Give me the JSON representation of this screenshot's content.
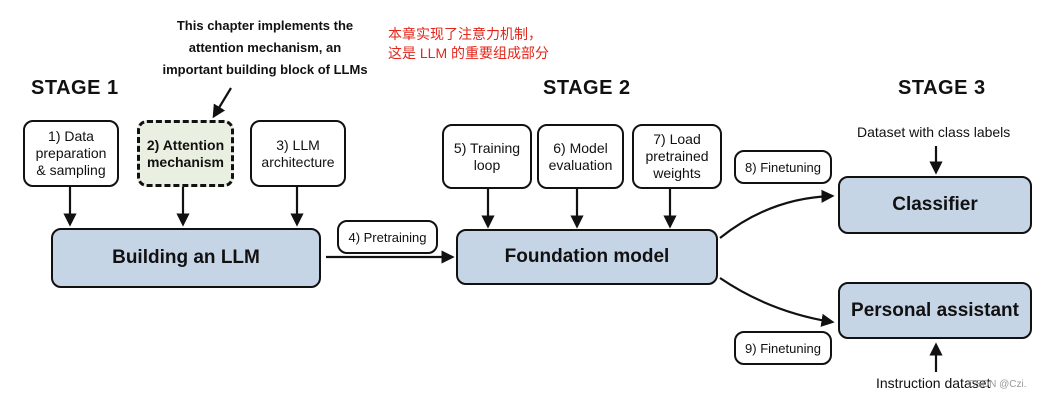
{
  "stages": {
    "stage1": "STAGE 1",
    "stage2": "STAGE 2",
    "stage3": "STAGE 3"
  },
  "annotation": {
    "note": "This chapter implements the\nattention mechanism, an\nimportant building block of LLMs",
    "chinese_note": "本章实现了注意力机制，\n这是 LLM 的重要组成部分"
  },
  "stage1": {
    "steps": [
      "1) Data\npreparation\n& sampling",
      "2) Attention\nmechanism",
      "3) LLM\narchitecture"
    ],
    "main": "Building an LLM"
  },
  "pretraining_label": "4) Pretraining",
  "stage2": {
    "steps": [
      "5) Training\nloop",
      "6) Model\nevaluation",
      "7) Load\npretrained\nweights"
    ],
    "main": "Foundation model"
  },
  "stage3": {
    "finetune_classifier": "8) Finetuning",
    "finetune_assistant": "9) Finetuning",
    "classifier": "Classifier",
    "assistant": "Personal assistant",
    "dataset_classifier": "Dataset with class labels",
    "dataset_assistant": "Instruction dataset"
  },
  "watermark": "CSDN @Czi."
}
